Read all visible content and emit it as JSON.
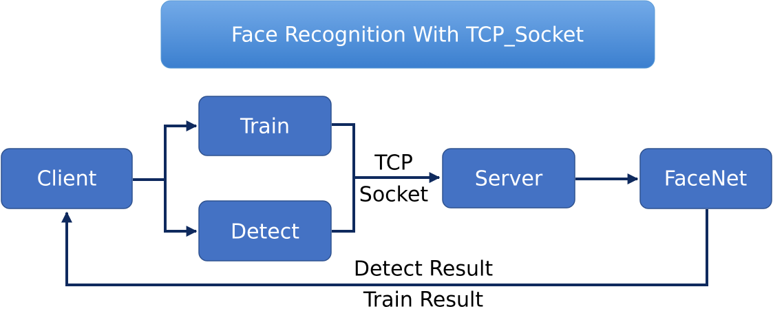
{
  "title": "Face Recognition With TCP_Socket",
  "nodes": {
    "client": "Client",
    "train": "Train",
    "detect": "Detect",
    "server": "Server",
    "facenet": "FaceNet"
  },
  "edge_labels": {
    "tcp_line1": "TCP",
    "tcp_line2": "Socket",
    "result_line1": "Detect Result",
    "result_line2": "Train Result"
  },
  "colors": {
    "node_fill": "#4472c4",
    "node_stroke": "#2f528f",
    "title_fill_top": "#6fa8e6",
    "title_fill_bottom": "#3d80cf",
    "edge": "#0f2a5e"
  }
}
